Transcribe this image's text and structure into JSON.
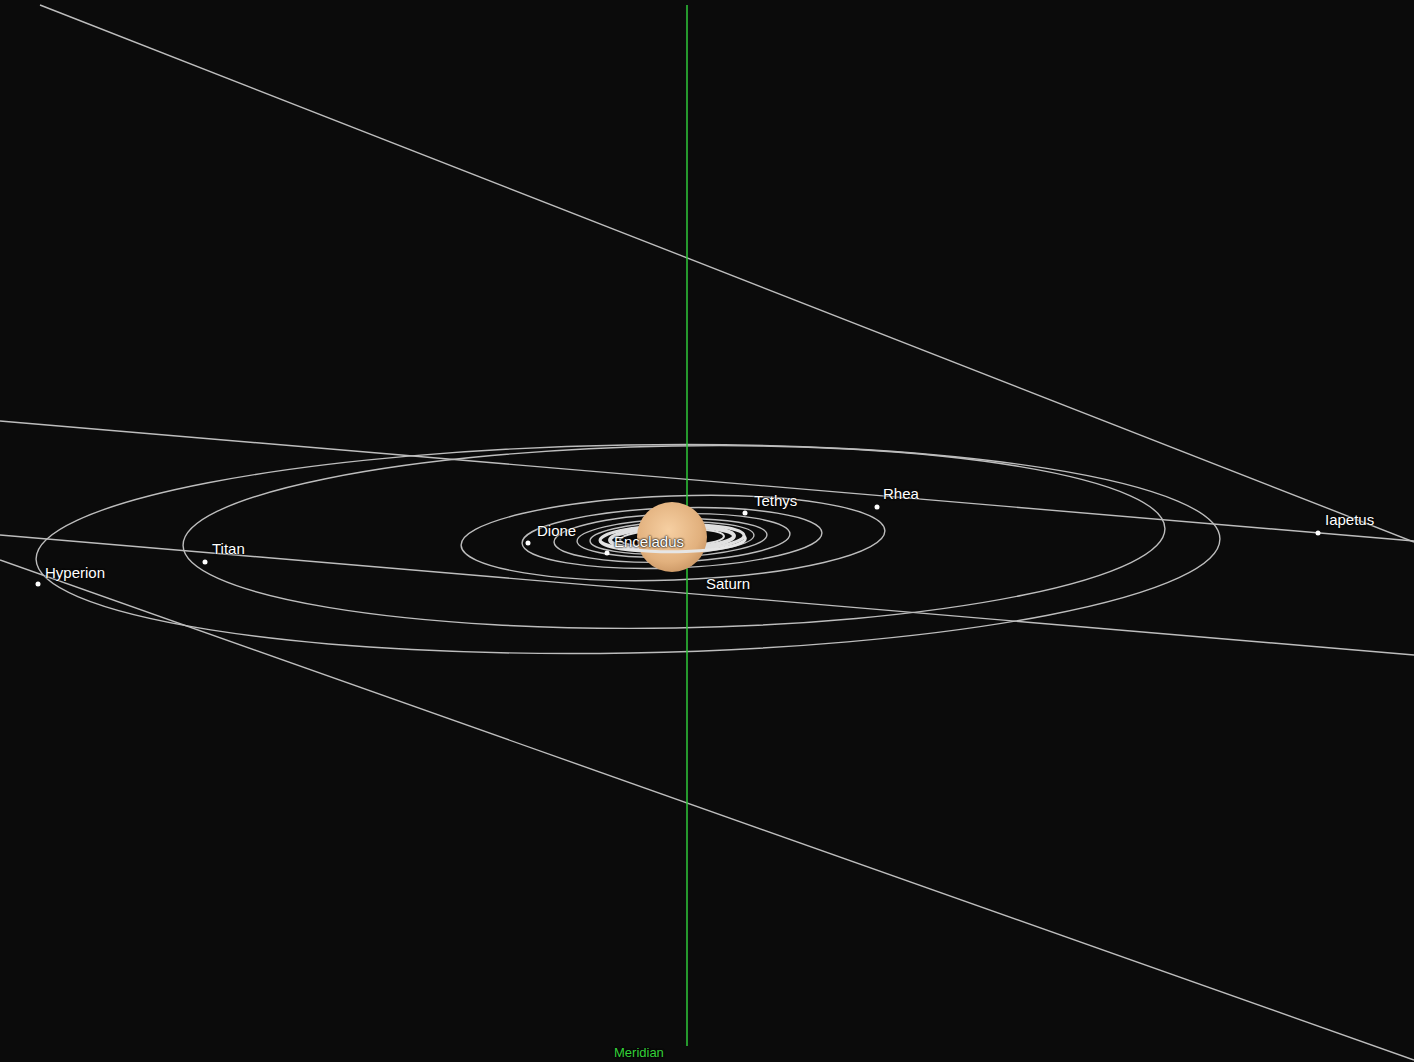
{
  "diagram": {
    "labels": [
      "Hyperion",
      "Titan",
      "Dione",
      "Enceladus",
      "Tethys",
      "Rhea",
      "Iapetus",
      "Saturn",
      "Meridian"
    ]
  }
}
